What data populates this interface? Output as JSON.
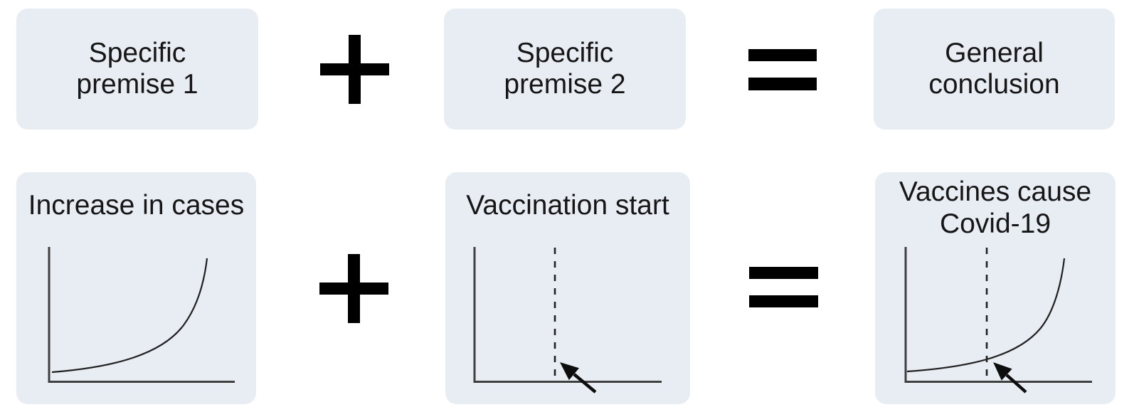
{
  "colors": {
    "box_background": "#e8edf4",
    "axis_line": "#3f3f3f",
    "curve_line": "#202020",
    "arrow": "#0d0d0d",
    "text": "#161616",
    "operator": "#000000"
  },
  "operators": {
    "plus_symbol": "+",
    "equals_symbol": "="
  },
  "header_row": [
    {
      "lines": [
        "Specific",
        "premise 1"
      ]
    },
    {
      "lines": [
        "Specific",
        "premise 2"
      ]
    },
    {
      "lines": [
        "General",
        "conclusion"
      ]
    }
  ],
  "chart_row": [
    {
      "title_lines": [
        "Increase in cases"
      ],
      "chart": {
        "type": "line",
        "curve": "exponential-growth",
        "dashed_marker_line": false,
        "arrow_annotation": false
      }
    },
    {
      "title_lines": [
        "Vaccination start"
      ],
      "chart": {
        "type": "line",
        "curve": null,
        "dashed_marker_line": true,
        "arrow_annotation": true
      }
    },
    {
      "title_lines": [
        "Vaccines cause",
        "Covid-19"
      ],
      "chart": {
        "type": "line",
        "curve": "exponential-growth",
        "dashed_marker_line": true,
        "arrow_annotation": true
      }
    }
  ]
}
